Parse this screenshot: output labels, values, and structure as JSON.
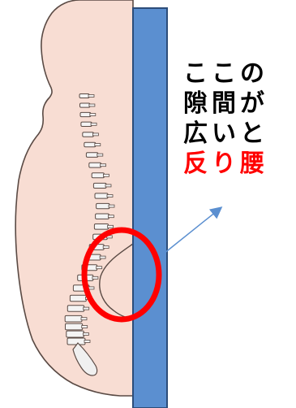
{
  "caption": {
    "line1": "ここの",
    "line2": "隙間が",
    "line3": "広いと",
    "line4": "反り腰"
  },
  "colors": {
    "body_fill": "#f8ddd3",
    "body_stroke": "#5a4a44",
    "wall_fill": "#5b8fd0",
    "wall_stroke": "#2c4d7a",
    "circle": "#ff0000",
    "arrow": "#5b8fd0",
    "highlight_text": "#ff0000",
    "text": "#000000"
  },
  "icons": {
    "figure": "human-body-side-view",
    "spine": "spine-vertebrae",
    "wall": "wall-panel",
    "highlight": "red-ellipse-highlight",
    "pointer": "arrow-pointer"
  }
}
